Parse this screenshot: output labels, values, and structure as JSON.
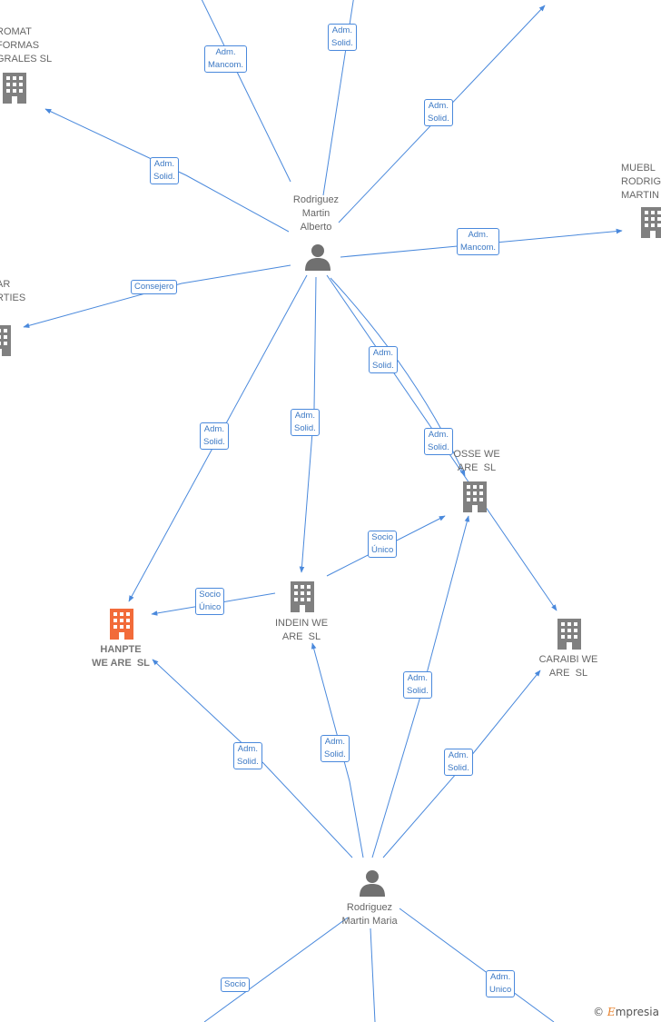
{
  "colors": {
    "edge": "#4a89dc",
    "node": "#808080",
    "highlight": "#f26b3a",
    "edge_label_text": "#3b78c4"
  },
  "nodes": {
    "person_alberto": {
      "label": "Rodriguez\nMartin\nAlberto",
      "icon": "person-icon"
    },
    "person_maria": {
      "label": "Rodriguez\nMartin Maria",
      "icon": "person-icon"
    },
    "company_hanpte": {
      "label": "HANPTE\nWE ARE  SL",
      "icon": "building-icon",
      "highlight": true
    },
    "company_indein": {
      "label": "INDEIN WE\nARE  SL",
      "icon": "building-icon"
    },
    "company_osse": {
      "label": "OSSE WE\nARE  SL",
      "icon": "building-icon"
    },
    "company_caraibi": {
      "label": "CARAIBI WE\nARE  SL",
      "icon": "building-icon"
    },
    "company_romat": {
      "label": "ROMAT\nFORMAS\nGRALES SL",
      "icon": "building-icon"
    },
    "company_muebl": {
      "label": "MUEBL\nRODRIG\nMARTIN",
      "icon": "building-icon"
    },
    "company_ar": {
      "label": "AR\nRTIES",
      "icon": "building-icon"
    }
  },
  "edge_labels": {
    "e1": "Adm.\nMancom.",
    "e2": "Adm.\nSolid.",
    "e3": "Adm.\nSolid.",
    "e4": "Adm.\nSolid.",
    "e5": "Adm.\nMancom.",
    "e6": "Consejero",
    "e7": "Adm.\nSolid.",
    "e8": "Adm.\nSolid.",
    "e9": "Adm.\nSolid.",
    "e10": "Adm.\nSolid.",
    "e11": "Socio\nÚnico",
    "e12": "Socio\nÚnico",
    "e13": "Adm.\nSolid.",
    "e14": "Adm.\nSolid.",
    "e15": "Adm.\nSolid.",
    "e16": "Adm.\nSolid.",
    "e17": "Socio",
    "e18": "Adm.\nUnico"
  },
  "credit": {
    "symbol": "©",
    "brand_initial": "E",
    "brand_rest": "mpresia"
  }
}
